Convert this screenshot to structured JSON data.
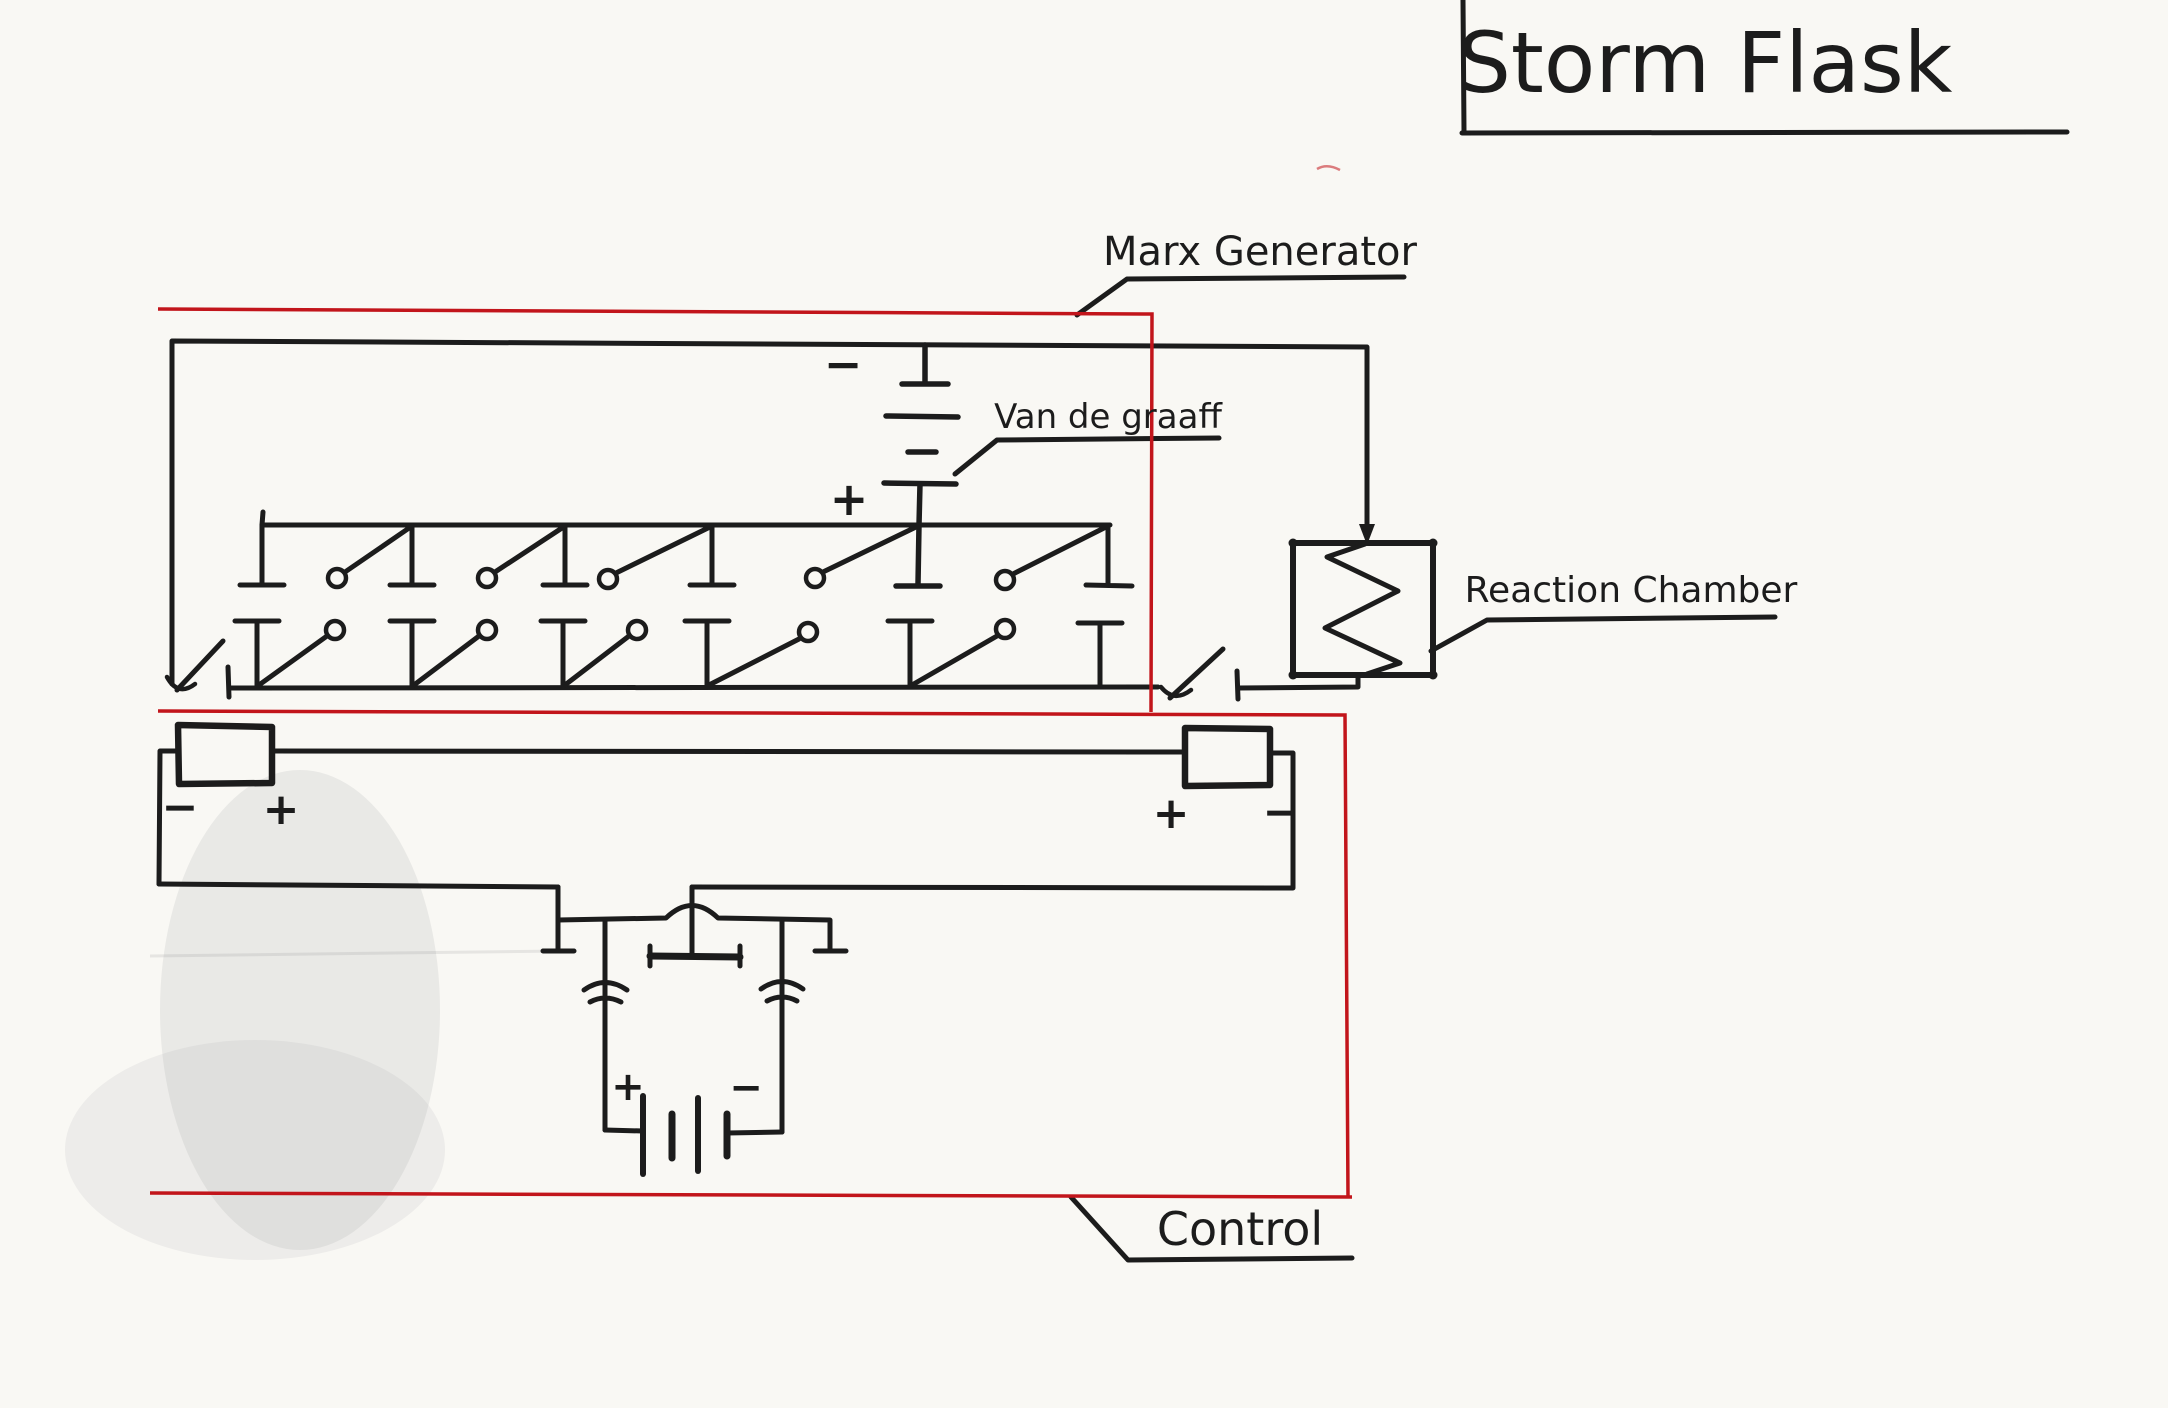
{
  "title": "Storm Flask",
  "labels": {
    "marx_generator": "Marx Generator",
    "van_de_graaff": "Van de graaff",
    "reaction_chamber": "Reaction Chamber",
    "control": "Control"
  },
  "signs": {
    "plus": "+",
    "minus": "−"
  },
  "colors": {
    "ink": "#1c1c1c",
    "annotation_red": "#c2151b",
    "paper": "#f9f8f4"
  }
}
